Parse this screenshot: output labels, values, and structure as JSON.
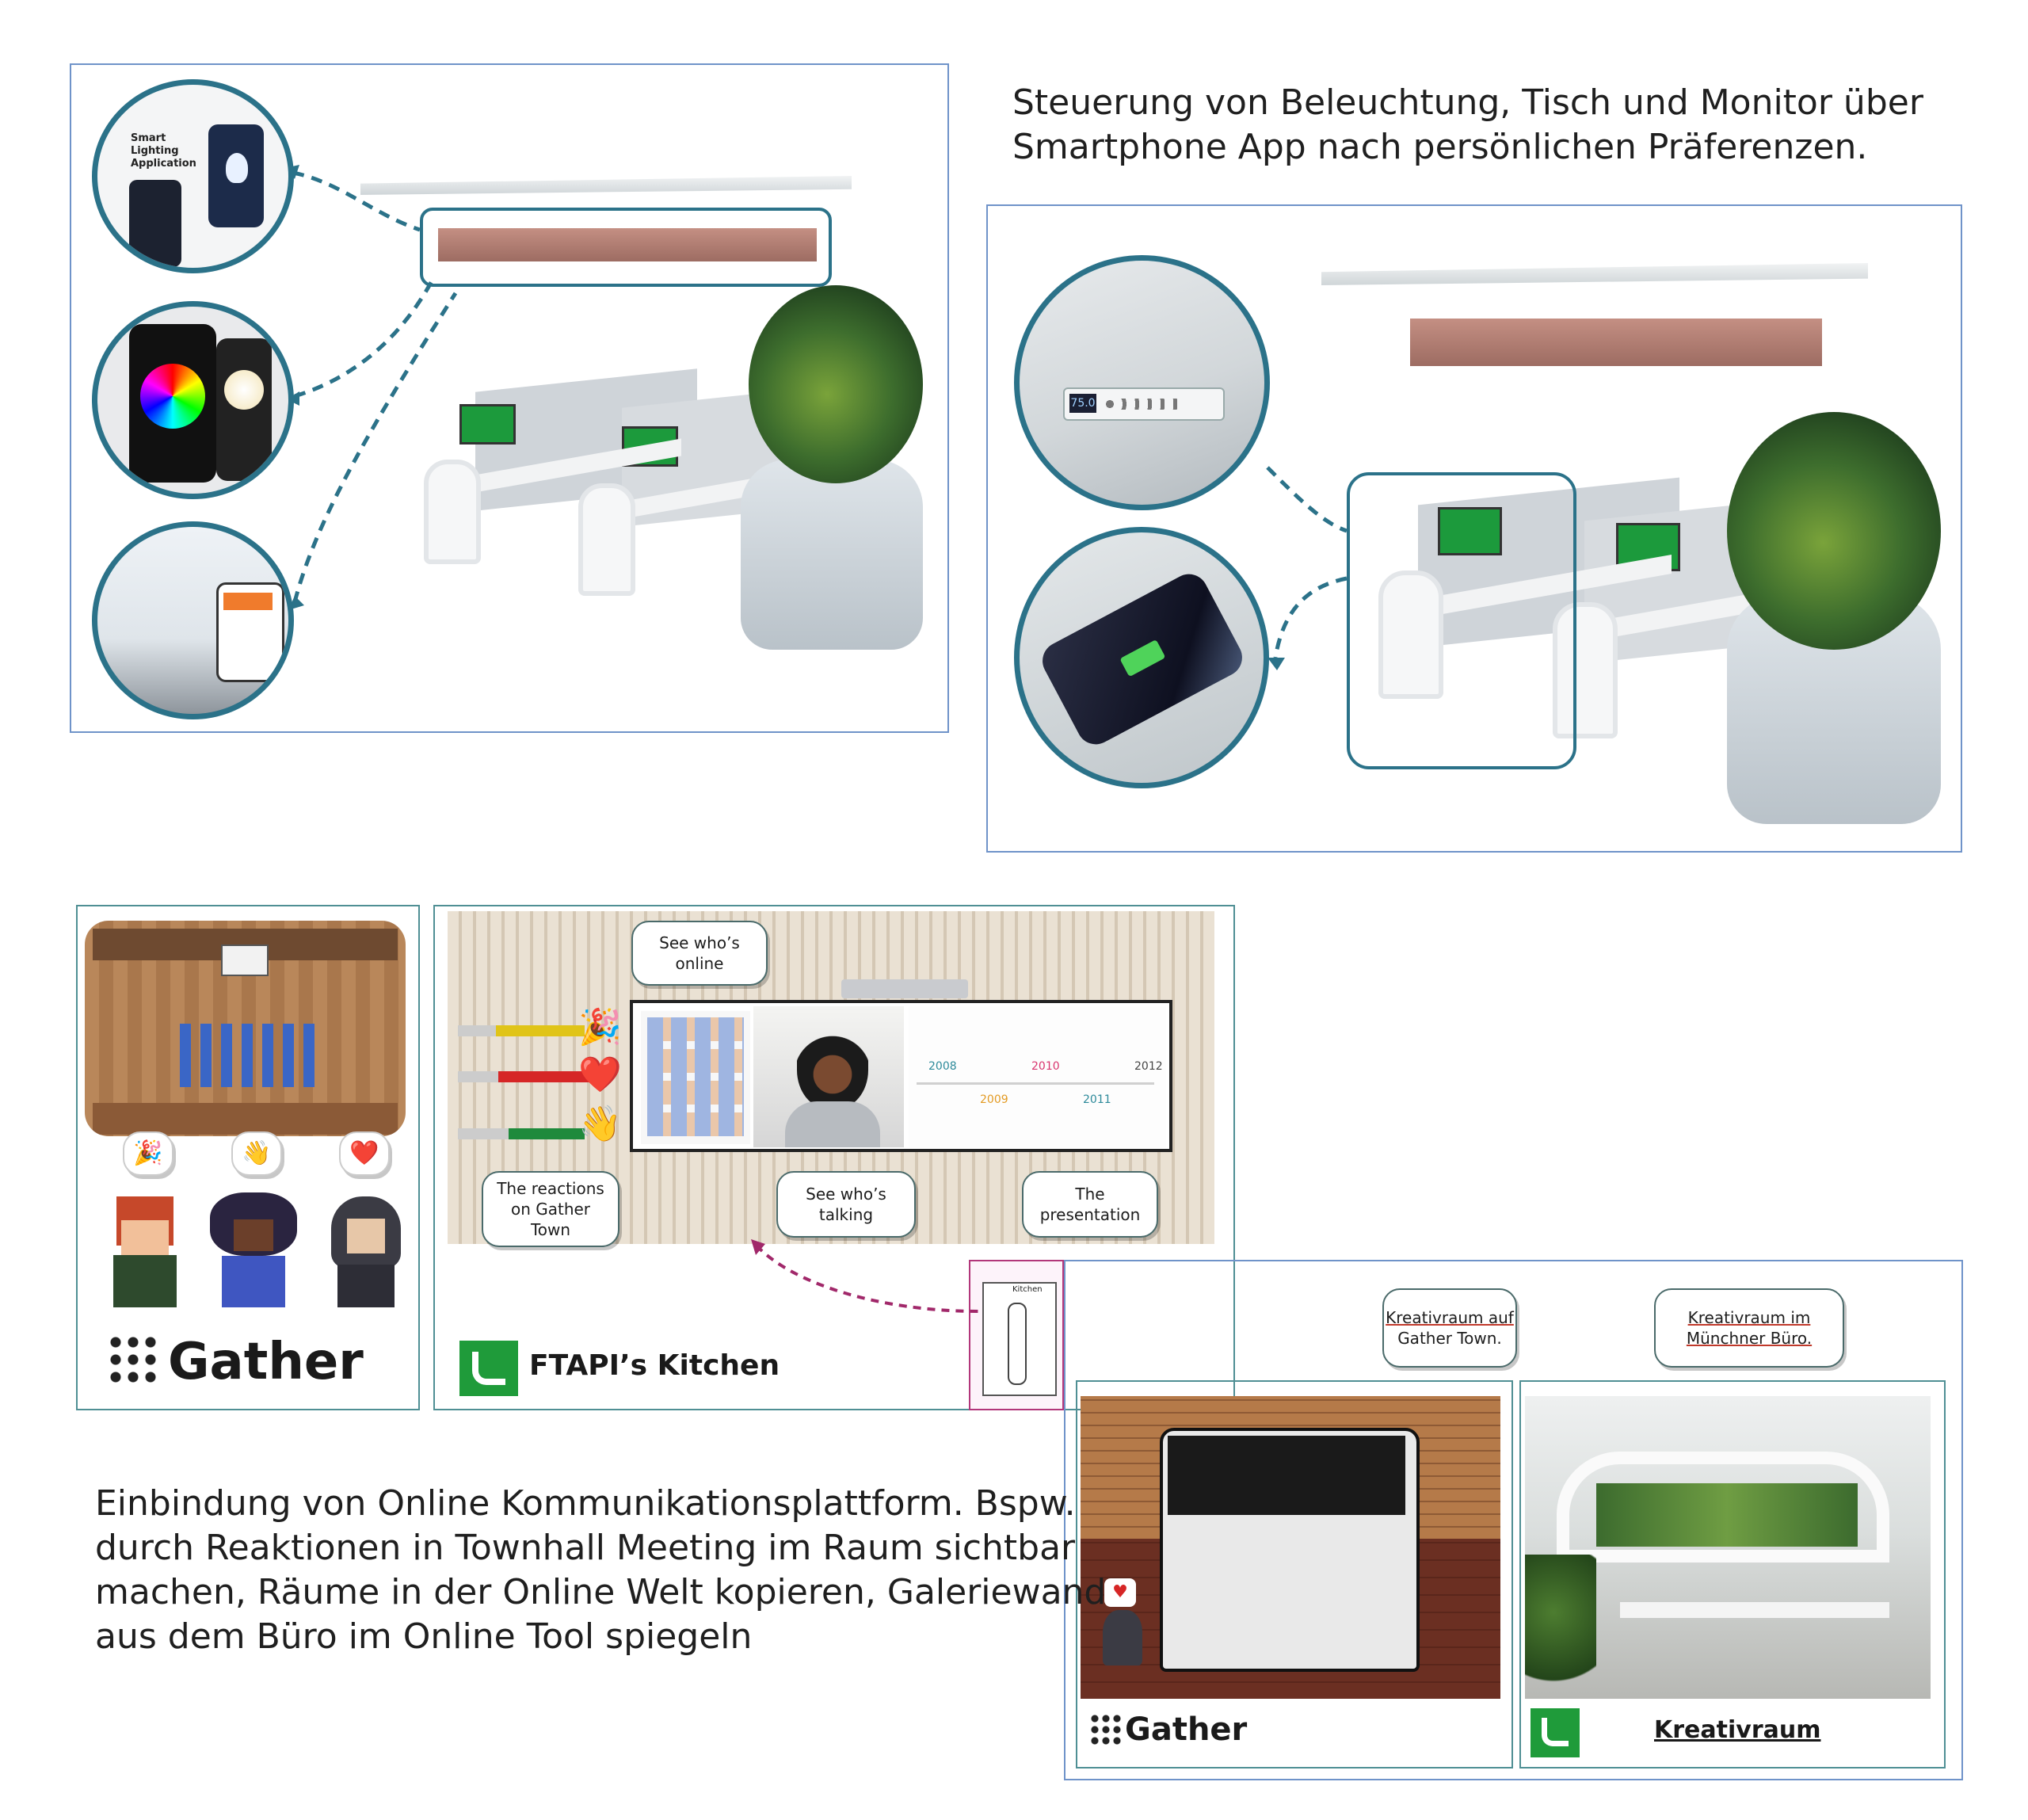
{
  "top_right_heading": {
    "line1": "Steuerung von Beleuchtung, Tisch und Monitor über",
    "line2": "Smartphone App nach persönlichen Präferenzen."
  },
  "app_circle": {
    "title_line1": "Smart",
    "title_line2": "Lighting",
    "title_line3": "Application"
  },
  "desk_panel": {
    "display": "75.0"
  },
  "bubbles": {
    "see_online": {
      "line1": "See who’s",
      "line2": "online"
    },
    "reactions": {
      "line1": "The reactions",
      "line2": "on Gather",
      "line3": "Town"
    },
    "talking": {
      "line1": "See who’s",
      "line2": "talking"
    },
    "presentation": {
      "line1": "The",
      "line2": "presentation"
    },
    "kreativ_gather": {
      "line1": "Kreativraum auf",
      "line2": "Gather Town."
    },
    "kreativ_munich": {
      "line1": "Kreativraum im",
      "line2": "Münchner Büro."
    }
  },
  "timeline": {
    "years": [
      "2008",
      "2009",
      "2010",
      "2011",
      "2012"
    ]
  },
  "reactions": {
    "party": "🎉",
    "heart": "❤️",
    "wave": "👋"
  },
  "logos": {
    "gather_main": "Gather",
    "ftapi_kitchen": "FTAPI’s Kitchen",
    "gather_small": "Gather",
    "kreativraum": "Kreativraum",
    "kitchen_map": "Kitchen"
  },
  "bottom_text": {
    "line1": "Einbindung von Online Kommunikationsplattform. Bspw.",
    "line2": "durch Reaktionen in Townhall Meeting im Raum sichtbar",
    "line3": "machen, Räume in der Online Welt kopieren, Galeriewand",
    "line4": "aus dem Büro im Online Tool spiegeln"
  },
  "colors": {
    "frame_blue": "#6f93c9",
    "circle_teal": "#2b7289",
    "brand_green": "#1f9b3a",
    "dashed_pink": "#a1286a"
  }
}
